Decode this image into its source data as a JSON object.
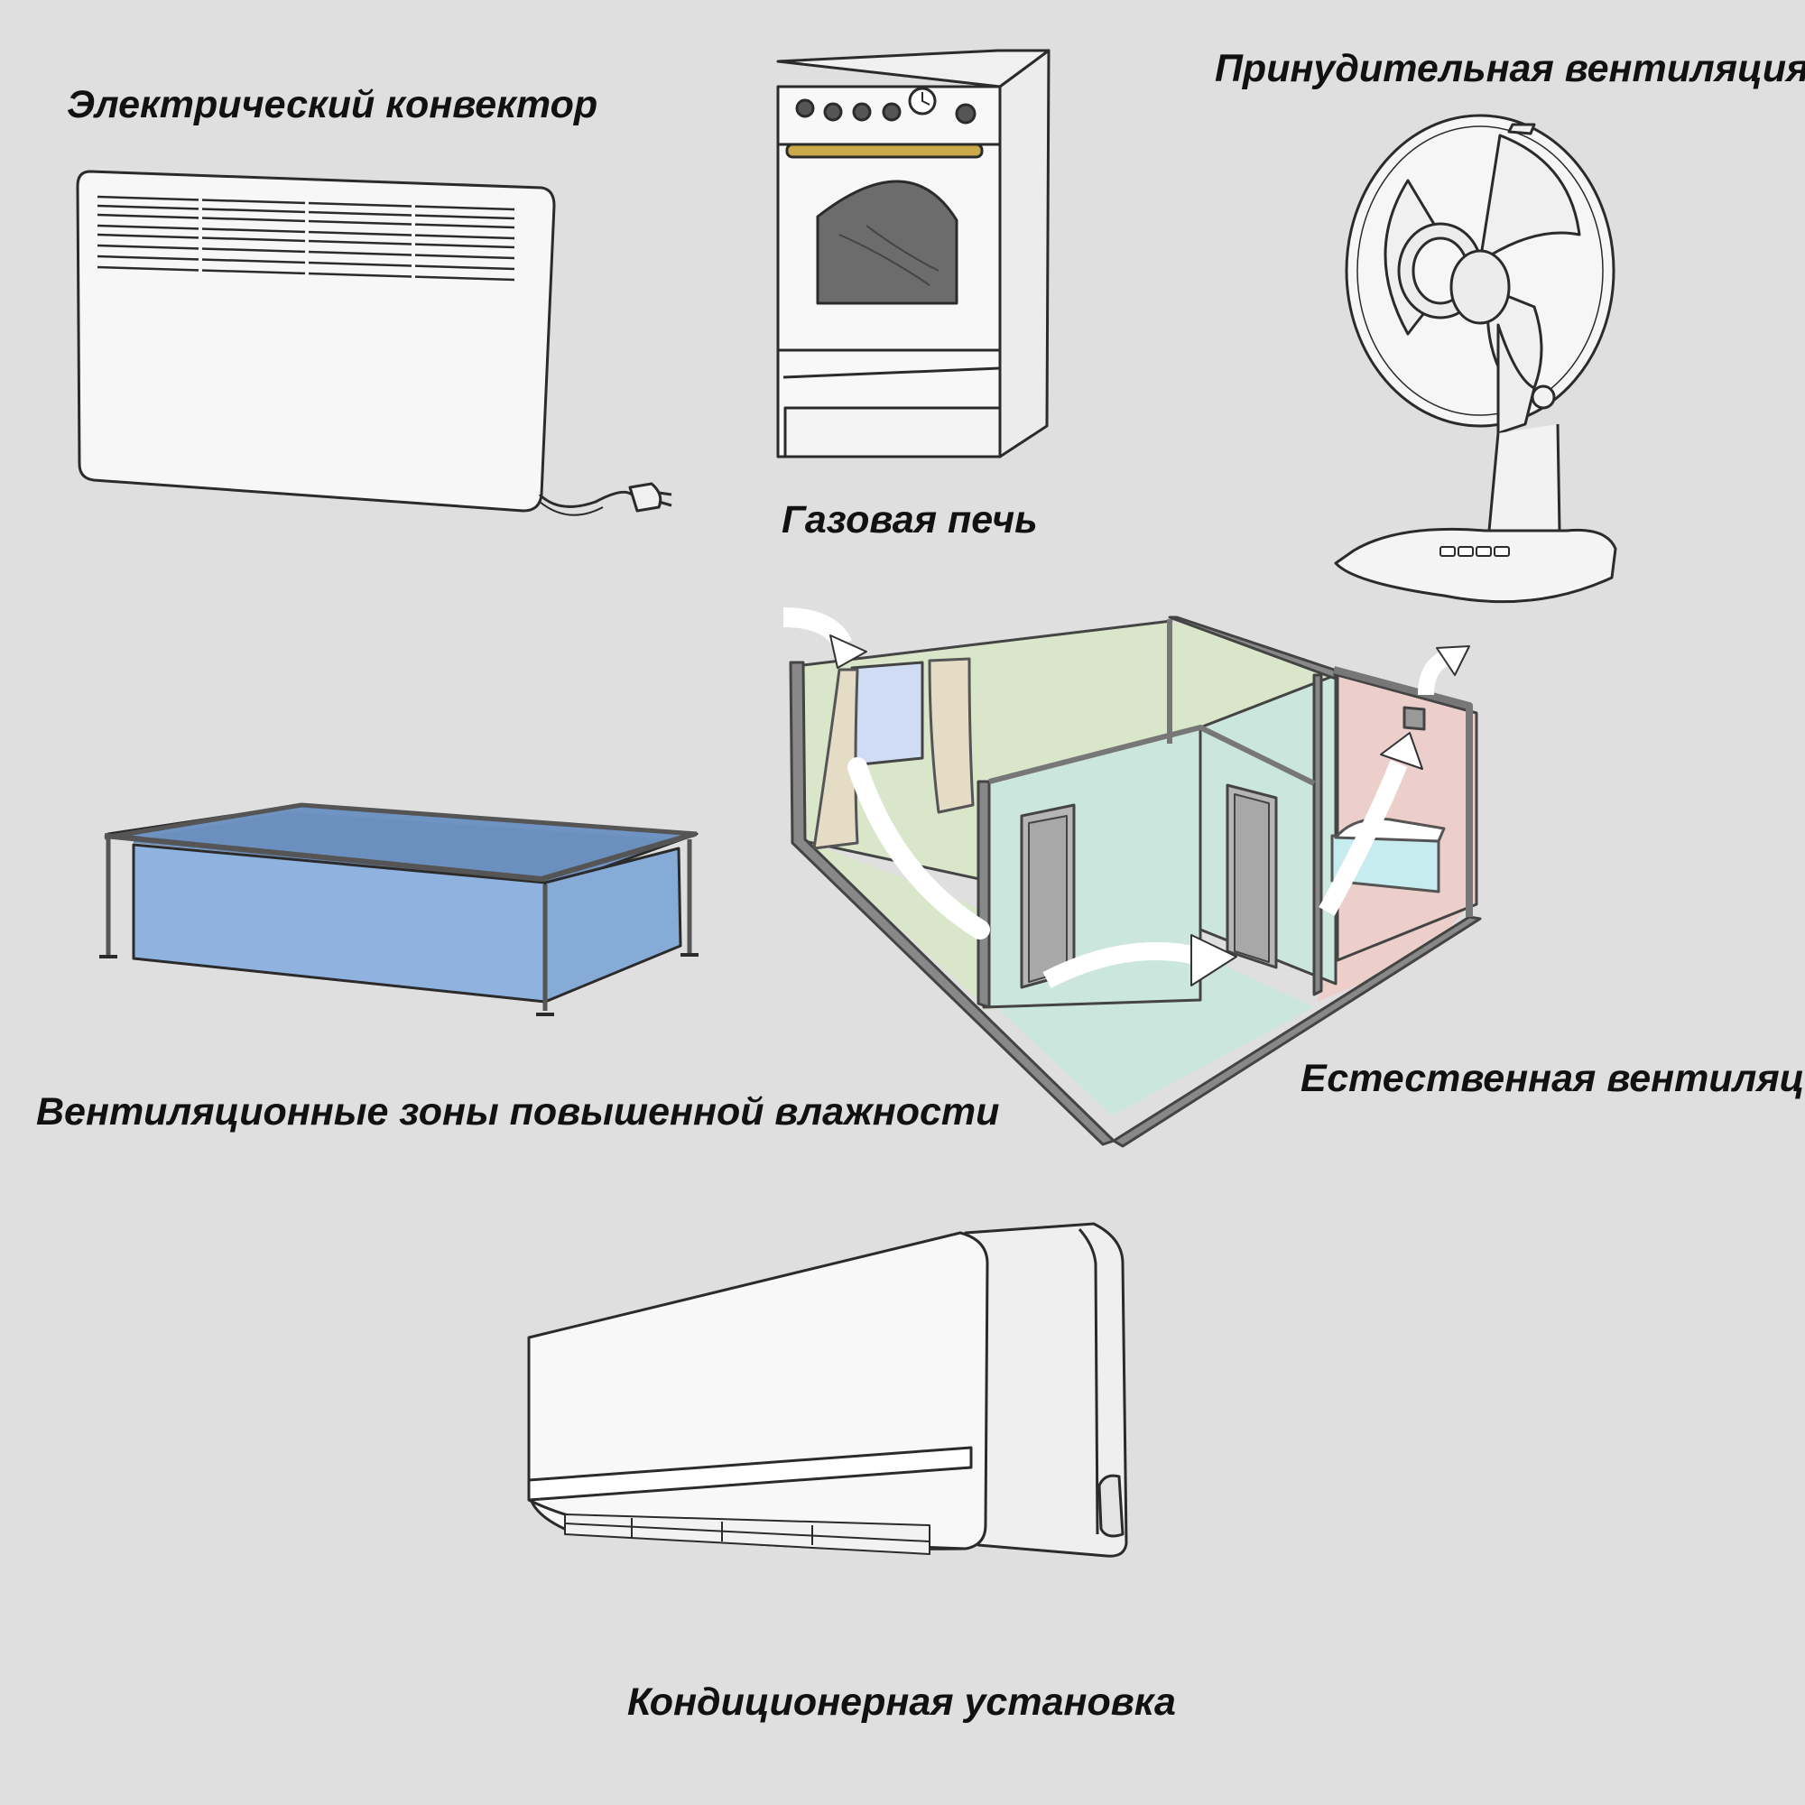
{
  "labels": {
    "electric_convector": "Электрический конвектор",
    "forced_ventilation": "Принудительная вентиляция",
    "gas_stove": "Газовая печь",
    "humid_zones": "Вентиляционные зоны повышенной влажности",
    "natural_ventilation": "Естественная вентиляция",
    "air_conditioner": "Кондиционерная установка"
  },
  "icons": {
    "convector": "electric-convector-icon",
    "stove": "gas-stove-icon",
    "fan": "desk-fan-icon",
    "pool": "frame-pool-icon",
    "house": "house-cutaway-icon",
    "ac": "split-air-conditioner-icon"
  },
  "colors": {
    "background": "#dfdfdf",
    "living_room": "#dae6c9",
    "corridor": "#cbe6dc",
    "bathroom": "#eccfca",
    "water": "#8aafdd",
    "oven_door": "#6c6c6c",
    "stove_handle": "#c9a94a"
  }
}
